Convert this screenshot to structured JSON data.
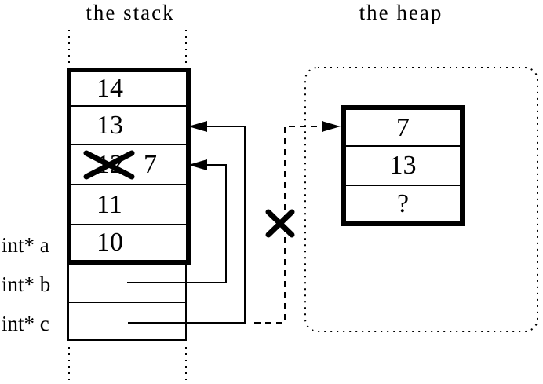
{
  "titles": {
    "stack": "the stack",
    "heap": "the heap"
  },
  "stack_frame": {
    "cells": [
      {
        "value": "14",
        "crossed_out": false
      },
      {
        "value": "13",
        "crossed_out": false
      },
      {
        "old_value": "12",
        "new_value": "7",
        "crossed_out": true
      },
      {
        "value": "11",
        "crossed_out": false
      },
      {
        "value": "10",
        "crossed_out": false
      }
    ]
  },
  "pointer_vars": [
    {
      "label": "int* a"
    },
    {
      "label": "int* b"
    },
    {
      "label": "int* c"
    }
  ],
  "heap_block": {
    "cells": [
      {
        "value": "7"
      },
      {
        "value": "13"
      },
      {
        "value": "?"
      }
    ]
  },
  "pointers": {
    "b_target": "stack cell 12/7",
    "c_target": "stack cell 13",
    "dangling_target": "heap cell 7 (crossed out)"
  },
  "icons": {
    "crossout": "x-cross",
    "invalid": "x-cross"
  },
  "colors": {
    "ink": "#000000",
    "background": "#ffffff"
  }
}
